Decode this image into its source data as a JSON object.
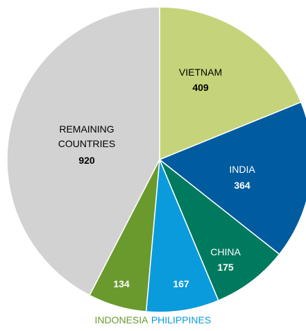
{
  "chart_data": {
    "type": "pie",
    "slices": [
      {
        "label": "VIETNAM",
        "value": 409,
        "color": "#c5d47a",
        "text_color": "#000000"
      },
      {
        "label": "INDIA",
        "value": 364,
        "color": "#005b9f",
        "text_color": "#ffffff"
      },
      {
        "label": "CHINA",
        "value": 175,
        "color": "#007a5e",
        "text_color": "#ffffff"
      },
      {
        "label": "PHILIPPINES",
        "value": 167,
        "color": "#0a9bdc",
        "text_color": "#ffffff",
        "label_color": "#0a9bdc"
      },
      {
        "label": "INDONESIA",
        "value": 134,
        "color": "#6a9a2e",
        "text_color": "#ffffff",
        "label_color": "#6a9a2e"
      },
      {
        "label": "REMAINING COUNTRIES",
        "lines": [
          "REMAINING",
          "COUNTRIES"
        ],
        "value": 920,
        "color": "#d2d2d2",
        "text_color": "#000000"
      }
    ]
  }
}
